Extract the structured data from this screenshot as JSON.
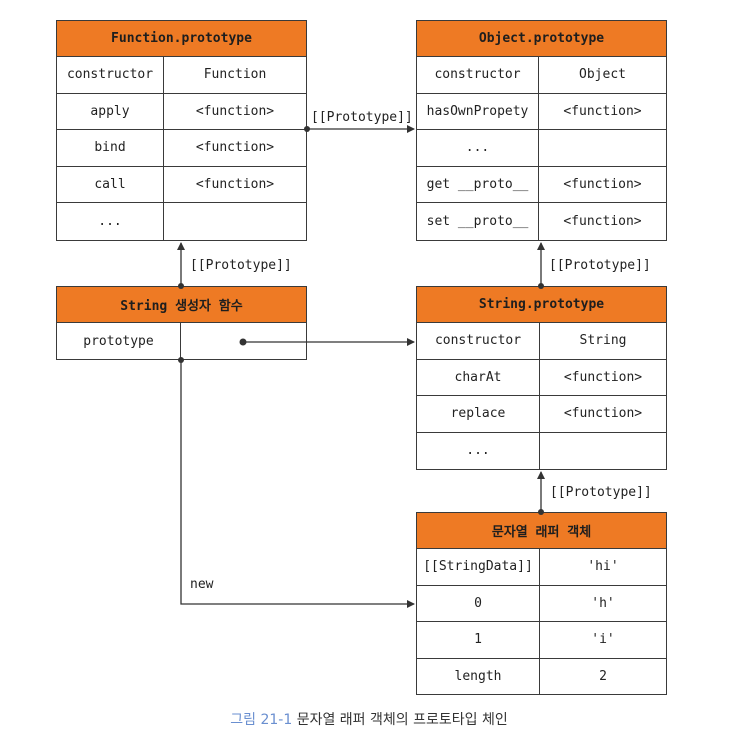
{
  "function_prototype": {
    "title": "Function.prototype",
    "rows": [
      {
        "key": "constructor",
        "value": "Function"
      },
      {
        "key": "apply",
        "value": "<function>"
      },
      {
        "key": "bind",
        "value": "<function>"
      },
      {
        "key": "call",
        "value": "<function>"
      },
      {
        "key": "...",
        "value": ""
      }
    ]
  },
  "object_prototype": {
    "title": "Object.prototype",
    "rows": [
      {
        "key": "constructor",
        "value": "Object"
      },
      {
        "key": "hasOwnPropety",
        "value": "<function>"
      },
      {
        "key": "...",
        "value": ""
      },
      {
        "key": "get __proto__",
        "value": "<function>"
      },
      {
        "key": "set __proto__",
        "value": "<function>"
      }
    ]
  },
  "string_constructor": {
    "title": "String 생성자 함수",
    "rows": [
      {
        "key": "prototype",
        "value": ""
      }
    ]
  },
  "string_prototype": {
    "title": "String.prototype",
    "rows": [
      {
        "key": "constructor",
        "value": "String"
      },
      {
        "key": "charAt",
        "value": "<function>"
      },
      {
        "key": "replace",
        "value": "<function>"
      },
      {
        "key": "...",
        "value": ""
      }
    ]
  },
  "string_wrapper": {
    "title": "문자열 래퍼 객체",
    "rows": [
      {
        "key": "[[StringData]]",
        "value": "'hi'"
      },
      {
        "key": "0",
        "value": "'h'"
      },
      {
        "key": "1",
        "value": "'i'"
      },
      {
        "key": "length",
        "value": "2"
      }
    ]
  },
  "labels": {
    "proto_func_to_obj": "[[Prototype]]",
    "proto_ctor_to_func": "[[Prototype]]",
    "proto_strproto_to_obj": "[[Prototype]]",
    "proto_wrapper_to_strproto": "[[Prototype]]",
    "new": "new"
  },
  "caption": {
    "number": "그림 21-1",
    "text": " 문자열 래퍼 객체의 프로토타입 체인"
  },
  "colors": {
    "header": "#ee7a24",
    "border": "#3a3a3a",
    "caption_number": "#6a8fd0"
  }
}
